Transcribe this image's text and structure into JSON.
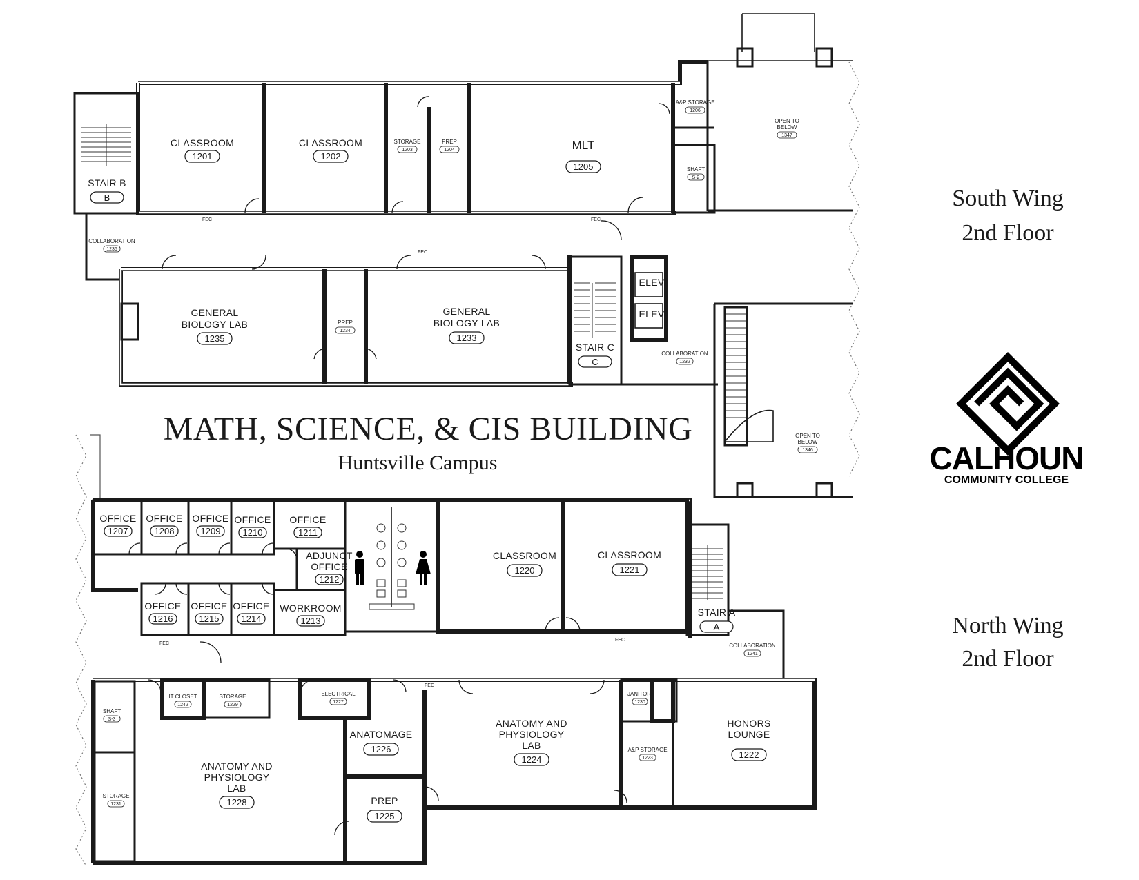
{
  "header": {
    "building_title": "MATH, SCIENCE, & CIS BUILDING",
    "campus": "Huntsville Campus"
  },
  "wings": {
    "south": {
      "line1": "South Wing",
      "line2": "2nd Floor"
    },
    "north": {
      "line1": "North Wing",
      "line2": "2nd Floor"
    }
  },
  "logo": {
    "name": "CALHOUN",
    "subname": "COMMUNITY COLLEGE",
    "icon": "calhoun-logo-icon"
  },
  "labels": {
    "fec": "FEC",
    "elev": "ELEV"
  },
  "south_rooms": {
    "stair_b": {
      "name": "STAIR B",
      "num": "B"
    },
    "r1201": {
      "name": "CLASSROOM",
      "num": "1201"
    },
    "r1202": {
      "name": "CLASSROOM",
      "num": "1202"
    },
    "r1203": {
      "name": "STORAGE",
      "num": "1203"
    },
    "r1204": {
      "name": "PREP",
      "num": "1204"
    },
    "r1205": {
      "name": "MLT",
      "num": "1205"
    },
    "r1206": {
      "name": "A&P STORAGE",
      "num": "1206"
    },
    "shaft_s2": {
      "name": "SHAFT",
      "num": "S-2"
    },
    "r1347": {
      "name1": "OPEN TO",
      "name2": "BELOW",
      "num": "1347"
    },
    "r1236": {
      "name": "COLLABORATION",
      "num": "1236"
    },
    "r1235": {
      "name1": "GENERAL",
      "name2": "BIOLOGY LAB",
      "num": "1235"
    },
    "r1234": {
      "name": "PREP",
      "num": "1234"
    },
    "r1233": {
      "name1": "GENERAL",
      "name2": "BIOLOGY LAB",
      "num": "1233"
    },
    "stair_c": {
      "name": "STAIR C",
      "num": "C"
    },
    "r1232": {
      "name": "COLLABORATION",
      "num": "1232"
    },
    "r1346": {
      "name1": "OPEN TO",
      "name2": "BELOW",
      "num": "1346"
    }
  },
  "north_rooms": {
    "r1207": {
      "name": "OFFICE",
      "num": "1207"
    },
    "r1208": {
      "name": "OFFICE",
      "num": "1208"
    },
    "r1209": {
      "name": "OFFICE",
      "num": "1209"
    },
    "r1210": {
      "name": "OFFICE",
      "num": "1210"
    },
    "r1211": {
      "name": "OFFICE",
      "num": "1211"
    },
    "r1212": {
      "name1": "ADJUNCT",
      "name2": "OFFICE",
      "num": "1212"
    },
    "r1216": {
      "name": "OFFICE",
      "num": "1216"
    },
    "r1215": {
      "name": "OFFICE",
      "num": "1215"
    },
    "r1214": {
      "name": "OFFICE",
      "num": "1214"
    },
    "r1213": {
      "name": "WORKROOM",
      "num": "1213"
    },
    "r1220": {
      "name": "CLASSROOM",
      "num": "1220"
    },
    "r1221": {
      "name": "CLASSROOM",
      "num": "1221"
    },
    "stair_a": {
      "name": "STAIR A",
      "num": "A"
    },
    "r1241": {
      "name": "COLLABORATION",
      "num": "1241"
    },
    "shaft_s3": {
      "name": "SHAFT",
      "num": "S-3"
    },
    "r1242": {
      "name": "IT CLOSET",
      "num": "1242"
    },
    "r1229": {
      "name": "STORAGE",
      "num": "1229"
    },
    "r1227": {
      "name": "ELECTRICAL",
      "num": "1227"
    },
    "r1231": {
      "name": "STORAGE",
      "num": "1231"
    },
    "r1228": {
      "name1": "ANATOMY AND",
      "name2": "PHYSIOLOGY",
      "name3": "LAB",
      "num": "1228"
    },
    "r1226": {
      "name": "ANATOMAGE",
      "num": "1226"
    },
    "r1225": {
      "name": "PREP",
      "num": "1225"
    },
    "r1224": {
      "name1": "ANATOMY AND",
      "name2": "PHYSIOLOGY",
      "name3": "LAB",
      "num": "1224"
    },
    "r1230": {
      "name": "JANITOR",
      "num": "1230"
    },
    "r1223": {
      "name": "A&P STORAGE",
      "num": "1223"
    },
    "r1222": {
      "name1": "HONORS",
      "name2": "LOUNGE",
      "num": "1222"
    }
  }
}
